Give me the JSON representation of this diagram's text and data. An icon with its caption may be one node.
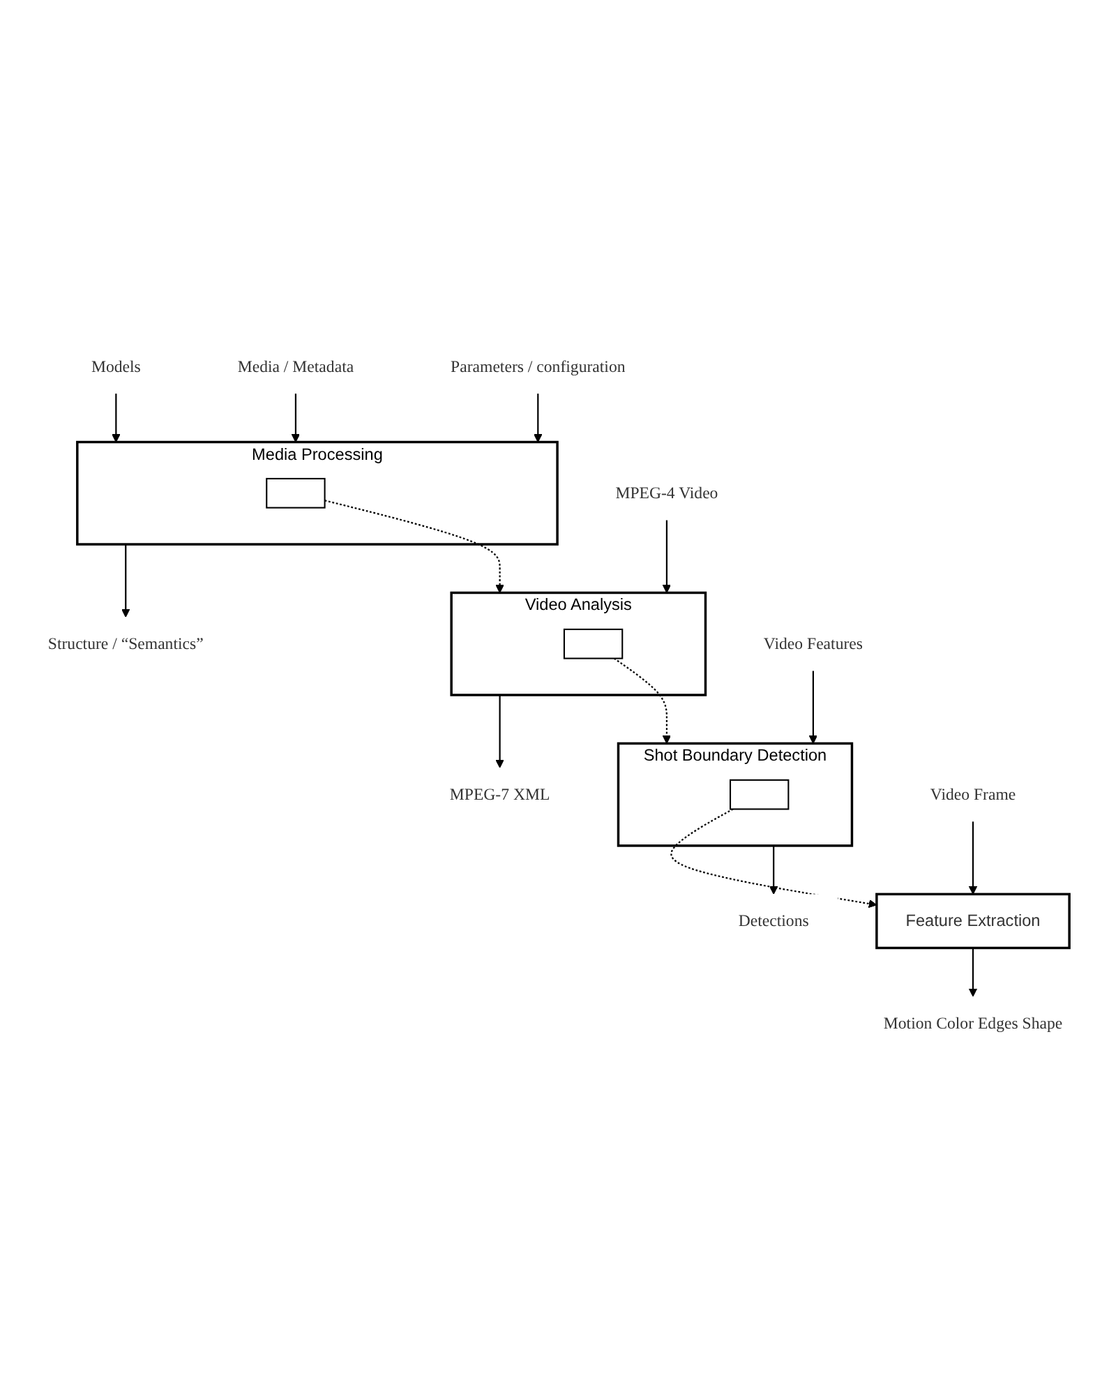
{
  "diagram": {
    "nodes": [
      {
        "text": [
          "Models"
        ]
      },
      {
        "text": [
          "Media Processing"
        ]
      },
      {
        "text": [
          "Media / Metadata"
        ]
      },
      {
        "text": [
          "Structure / “Semantics”"
        ]
      },
      {
        "text": [
          "Parameters / configuration"
        ]
      },
      {
        "text": [],
        "shape": "box",
        "in": 1
      },
      {
        "text": [
          "Video Analysis"
        ]
      },
      {
        "text": [
          "MPEG-4 Video"
        ]
      },
      {
        "text": [
          "MPEG-7 XML"
        ]
      },
      {
        "text": [],
        "shape": "box",
        "in": 6
      },
      {
        "text": [
          "Shot Boundary Detection"
        ]
      },
      {
        "text": [
          "Video Features"
        ]
      },
      {
        "text": [
          "Detections"
        ]
      },
      {
        "text": [],
        "shape": "box",
        "in": 10
      },
      {
        "text": [
          "Feature Extraction"
        ]
      },
      {
        "text": [
          "Video Frame"
        ]
      },
      {
        "text": [
          "Motion Color Edges Shape"
        ]
      }
    ],
    "edges": [
      {
        "from": 0,
        "to": 1,
        "arrow": "to"
      },
      {
        "from": 2,
        "to": 1,
        "arrow": "to"
      },
      {
        "from": 4,
        "to": 1,
        "arrow": "to"
      },
      {
        "from": 1,
        "to": 3,
        "arrow": "to"
      },
      {
        "from": 5,
        "to": 6,
        "arrow": "to",
        "style": "dashed"
      },
      {
        "from": 7,
        "to": 6,
        "arrow": "to"
      },
      {
        "from": 6,
        "to": 8,
        "arrow": "to"
      },
      {
        "from": 9,
        "to": 10,
        "arrow": "to",
        "style": "dashed"
      },
      {
        "from": 11,
        "to": 10,
        "arrow": "to"
      },
      {
        "from": 10,
        "to": 12,
        "arrow": "to"
      },
      {
        "from": 13,
        "to": 14,
        "arrow": "to",
        "style": "dashed"
      },
      {
        "from": 15,
        "to": 14,
        "arrow": "to"
      },
      {
        "from": 14,
        "to": 16,
        "arrow": "to"
      }
    ]
  }
}
